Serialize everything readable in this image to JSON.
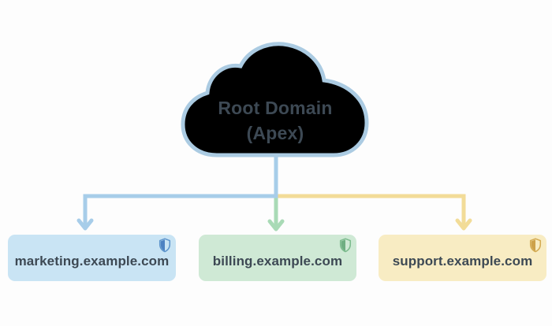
{
  "diagram": {
    "background_color": "#fdfdfd",
    "text_color": "#3d4954",
    "root_node": {
      "shape": "cloud",
      "line1": "Root Domain",
      "line2": "(Apex)",
      "fill": "#eef6fc",
      "stroke": "#abcbe2",
      "inner_highlight": "#dbebf6"
    },
    "subdomains": [
      {
        "label": "marketing.example.com",
        "theme": "blue",
        "box_color": "#c9e4f4",
        "arrow_color": "#a7cde9",
        "shield_color": "#4d82c2",
        "icon": "shield-icon"
      },
      {
        "label": "billing.example.com",
        "theme": "green",
        "box_color": "#cfe9d5",
        "arrow_color": "#a9dab6",
        "shield_color": "#6fae82",
        "icon": "shield-icon"
      },
      {
        "label": "support.example.com",
        "theme": "yellow",
        "box_color": "#f8ecc3",
        "arrow_color": "#f2dc98",
        "shield_color": "#cda14a",
        "icon": "shield-icon"
      }
    ]
  }
}
